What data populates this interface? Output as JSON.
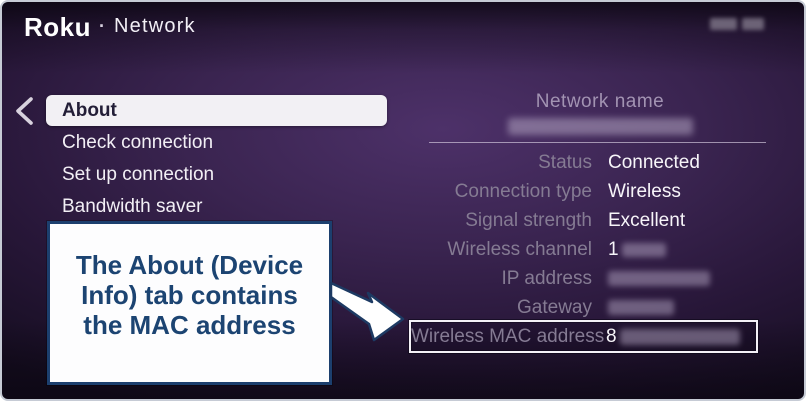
{
  "header": {
    "logo": "Roku",
    "separator": "·",
    "title": "Network",
    "time_redacted": true
  },
  "sidebar": {
    "items": [
      {
        "label": "About",
        "selected": true
      },
      {
        "label": "Check connection",
        "selected": false
      },
      {
        "label": "Set up connection",
        "selected": false
      },
      {
        "label": "Bandwidth saver",
        "selected": false
      }
    ]
  },
  "panel": {
    "network_name_label": "Network name",
    "network_name_value_redacted": true,
    "rows": [
      {
        "label": "Status",
        "value": "Connected",
        "redacted": false,
        "highlighted": false
      },
      {
        "label": "Connection type",
        "value": "Wireless",
        "redacted": false,
        "highlighted": false
      },
      {
        "label": "Signal strength",
        "value": "Excellent",
        "redacted": false,
        "highlighted": false
      },
      {
        "label": "Wireless channel",
        "value": "1",
        "redacted": true,
        "highlighted": false
      },
      {
        "label": "IP address",
        "value": "",
        "redacted": true,
        "highlighted": false
      },
      {
        "label": "Gateway",
        "value": "",
        "redacted": true,
        "highlighted": false
      },
      {
        "label": "Wireless MAC address",
        "value": "8",
        "redacted": true,
        "highlighted": true
      }
    ]
  },
  "callout": {
    "text": "The About (Device Info) tab contains the MAC address"
  },
  "colors": {
    "accent_navy": "#1c3f6e",
    "callout_text": "#1c4472",
    "selected_item_bg": "#f2f0f4",
    "label_gray": "#857b93",
    "value_white": "#f7f5f9",
    "highlight_border": "#f4f1f7"
  }
}
